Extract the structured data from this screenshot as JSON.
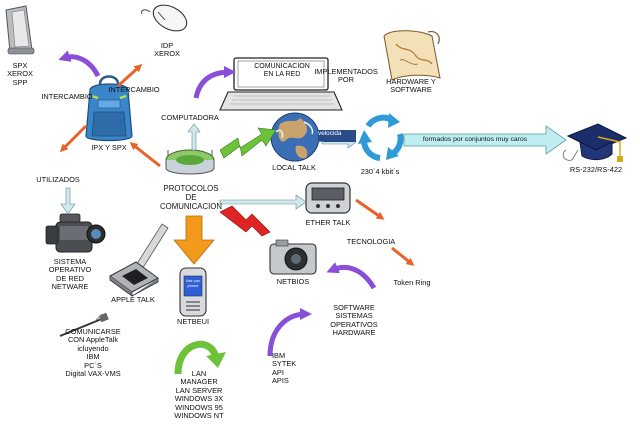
{
  "labels": {
    "spx": "SPX\nXEROX\nSPP",
    "intercambio_left": "INTERCAMBIO",
    "intercambio_right": "INTERCAMBIO",
    "idp": "IDP\nXEROX",
    "ipx_spx": "IPX Y SPX",
    "computadora": "COMPUTADORA",
    "comunicacion_red": "COMUNICACION\nEN LA RED",
    "implementados_por": "IMPLEMENTADOS\nPOR",
    "hardware_software": "HARDWARE Y\nSOFTWARE",
    "utilizados": "UTILIZADOS",
    "protocolos": "PROTOCOLOS\nDE\nCOMUNICACION",
    "local_talk": "LOCAL TALK",
    "velocida": "velocida\n...",
    "kbits": "230´4 kbit´s",
    "formados": "formados por conjuntos muy caros",
    "rs232": "RS-232/RS-422",
    "ether_talk": "ETHER TALK",
    "tecnologia": "TECNOLOGIA",
    "token_ring": "Token Ring",
    "sistema_operativo": "SISTEMA\nOPERATIVO\nDE RED\nNETWARE",
    "apple_talk": "APPLE TALK",
    "netbeui": "NETBEUI",
    "netbios": "NETBIOS",
    "software_sistemas": "SOFTWARE\nSISTEMAS\nOPERATIVOS\nHARDWARE",
    "comunicarse": "COMUNICARSE\nCON AppleTalk\nicluyendo\nIBM\nPC´S\nDigital VAX-VMS",
    "lan_manager": "LAN\nMANAGER\nLAN SERVER\nWINDOWS 3X\nWINDOWS 95\nWINDOWS NT",
    "ibm_sytek": "IBM\nSYTEK\nAPI\nAPIS",
    "phone_screen": "Use you\nphone"
  },
  "colors": {
    "orange": "#e8622a",
    "purple": "#8a4fd8",
    "green": "#6cc33a",
    "red": "#e02424",
    "light_arrow": "#c8ecee",
    "wide_arrow": "#bfeef0"
  }
}
